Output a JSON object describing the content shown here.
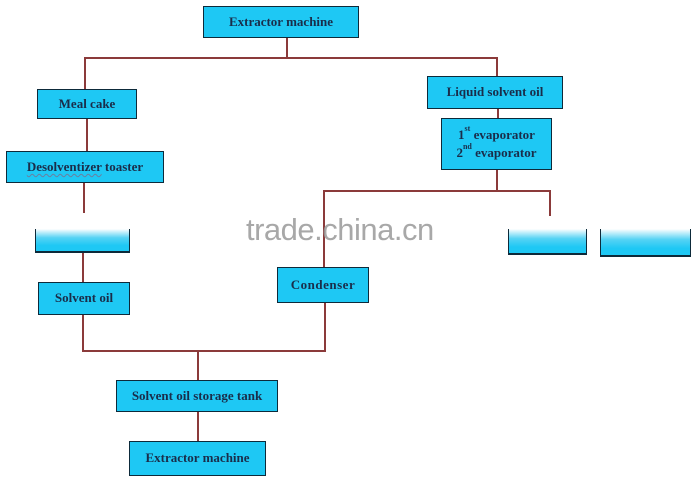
{
  "diagram": {
    "type": "process-flowchart",
    "colors": {
      "box_fill": "#1ec8f4",
      "box_border": "#0d2a3a",
      "box_text": "#1a2d4a",
      "connector": "#8b3a3a"
    },
    "nodes": {
      "extractor_top": "Extractor machine",
      "meal_cake": "Meal cake",
      "desolventizer_word": "Desolventizer",
      "desolventizer_rest": " toaster",
      "liquid_solvent_oil": "Liquid solvent oil",
      "evap1_num": "1",
      "evap1_sup": "st",
      "evap1_label": " evaporator",
      "evap2_num": "2",
      "evap2_sup": "nd",
      "evap2_label": " evaporator",
      "condenser": "Condenser",
      "solvent_oil": "Solvent oil",
      "storage_tank": "Solvent oil storage tank",
      "extractor_bottom": "Extractor machine"
    },
    "hidden_nodes": [
      "obscured-left",
      "obscured-right-1",
      "obscured-right-2"
    ],
    "watermark": "trade.china.cn"
  }
}
